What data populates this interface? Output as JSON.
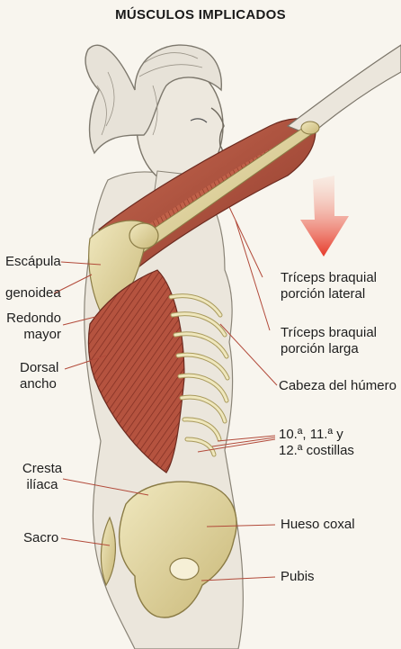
{
  "title": "MÚSCULOS IMPLICADOS",
  "labels": {
    "escapula": "Escápula",
    "genoidea": "genoidea",
    "redondo_1": "Redondo",
    "redondo_2": "mayor",
    "dorsal_1": "Dorsal",
    "dorsal_2": "ancho",
    "cresta_1": "Cresta",
    "cresta_2": "ilíaca",
    "sacro": "Sacro",
    "triceps_lat_1": "Tríceps braquial",
    "triceps_lat_2": "porción lateral",
    "triceps_larga_1": "Tríceps braquial",
    "triceps_larga_2": "porción larga",
    "cabeza_humero": "Cabeza del húmero",
    "costillas_1": "10.ª, 11.ª y",
    "costillas_2": "12.ª costillas",
    "hueso_coxal": "Hueso coxal",
    "pubis": "Pubis"
  },
  "colors": {
    "muscle": "#b5533f",
    "bone": "#e4d9a6",
    "skin": "#ebe6dc",
    "arrow": "#e63a2a",
    "leader": "#b24a3a"
  }
}
